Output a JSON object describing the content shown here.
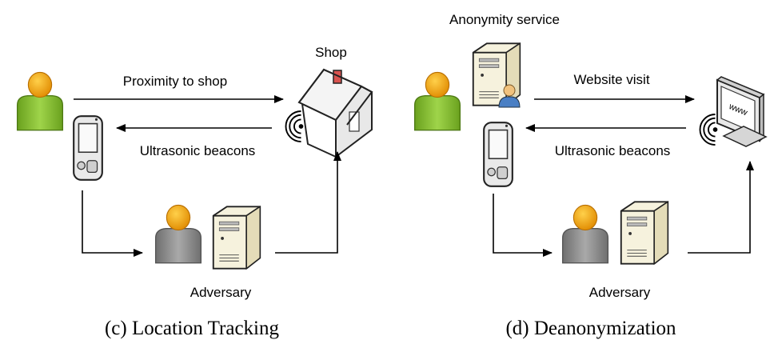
{
  "panel_c": {
    "caption": "(c) Location Tracking",
    "shop_label": "Shop",
    "top_arrow_label": "Proximity to shop",
    "bottom_arrow_label": "Ultrasonic beacons",
    "adversary_label": "Adversary"
  },
  "panel_d": {
    "caption": "(d) Deanonymization",
    "service_label": "Anonymity service",
    "top_arrow_label": "Website visit",
    "bottom_arrow_label": "Ultrasonic beacons",
    "adversary_label": "Adversary",
    "screen_text": "www"
  },
  "colors": {
    "user_body": "#86c232",
    "user_head": "#f5a20e",
    "adversary_body": "#8c8c8c",
    "server": "#f6f2dd"
  }
}
